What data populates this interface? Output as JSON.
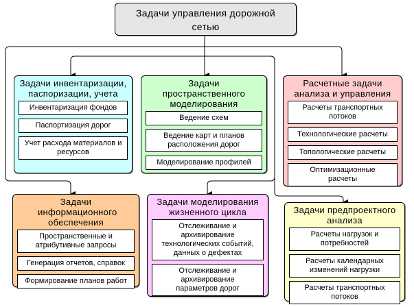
{
  "root": {
    "title": "Задачи управления дорожной сетью",
    "color": "#e6e6e6"
  },
  "groups": [
    {
      "title": "Задачи инвентаризации, паспоризации, учета",
      "color": "#ccffff",
      "items": [
        "Инвентаризация фондов",
        "Паспортизация дорог",
        "Учет расхода материалов и ресурсов"
      ]
    },
    {
      "title": "Задачи пространственного моделирования",
      "color": "#ccffcc",
      "items": [
        "Ведение схем",
        "Ведение карт и планов расположения дорог",
        "Моделирование профилей"
      ]
    },
    {
      "title": "Расчетные задачи анализа и управления",
      "color": "#ffcccc",
      "items": [
        "Расчеты транспортных потоков",
        "Технологические расчеты",
        "Топологические расчеты",
        "Оптимизационные расчеты"
      ]
    },
    {
      "title": "Задачи информационного обеспечения",
      "color": "#ffcc99",
      "items": [
        "Пространственные и атрибутивные запросы",
        "Генерация отчетов, справок",
        "Формирование планов работ"
      ]
    },
    {
      "title": "Задачи моделирования жизненного цикла",
      "color": "#ffccff",
      "items": [
        "Отслеживание и архивирование технологических событий, данных о дефектах",
        "Отслеживание и архивирование параметров дорог"
      ]
    },
    {
      "title": "Задачи предпроектного анализа",
      "color": "#ffffcc",
      "items": [
        "Расчеты нагрузок и потребностей",
        "Расчеты календарных изменений нагрузки",
        "Расчеты транспортных потоков"
      ]
    }
  ]
}
